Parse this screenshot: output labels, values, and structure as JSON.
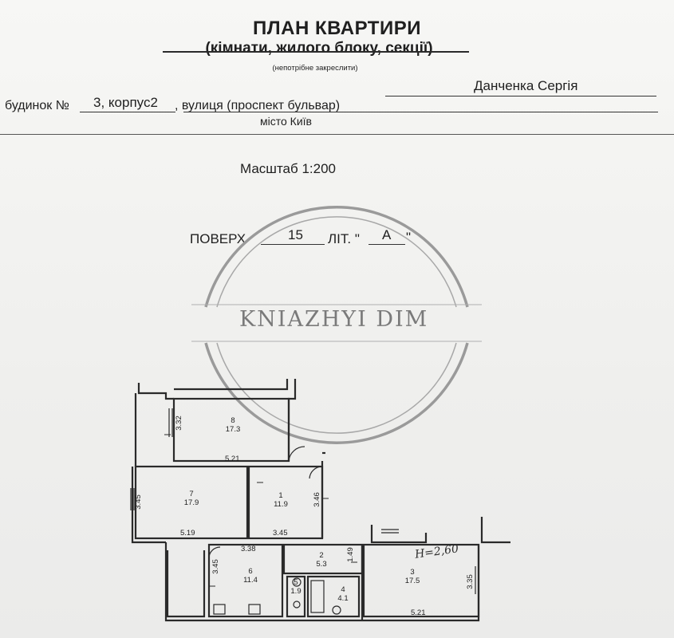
{
  "header": {
    "title": "ПЛАН КВАРТИРИ",
    "subtitle": "(кімнати, жилого блоку, секції)",
    "note": "(непотрібне закреслити)"
  },
  "address": {
    "building_label": "будинок №",
    "building_value": "3, корпус2",
    "street_label": ", вулиця (проспект бульвар)",
    "street_value": "Данченка  Сергія",
    "city": "місто Київ"
  },
  "scale": "Масштаб 1:200",
  "floor": {
    "label": "ПОВЕРХ",
    "value": "15",
    "lit_label": "ЛІТ. \"",
    "lit_value": "А",
    "lit_close": "\""
  },
  "watermark": "KNIAZHYI DIM",
  "handwritten_height": "H=2,60",
  "rooms": [
    {
      "num": "8",
      "area": "17.3"
    },
    {
      "num": "7",
      "area": "17.9"
    },
    {
      "num": "1",
      "area": "11.9"
    },
    {
      "num": "6",
      "area": "11.4"
    },
    {
      "num": "2",
      "area": "5.3"
    },
    {
      "num": "3",
      "area": "17.5"
    },
    {
      "num": "5",
      "area": "1.9"
    },
    {
      "num": "4",
      "area": "4.1"
    }
  ],
  "dimensions": {
    "d1": "3.32",
    "d2": "5.21",
    "d3": "3.45",
    "d4": "5.19",
    "d5": "3.46",
    "d6": "3.45",
    "d7": "3.38",
    "d8": "3.45",
    "d9": "1.49",
    "d10": "3.35",
    "d11": "5.21"
  },
  "colors": {
    "ink": "#1f1f1f",
    "paper": "#f3f3f1",
    "watermark": "#7a7a7a"
  }
}
